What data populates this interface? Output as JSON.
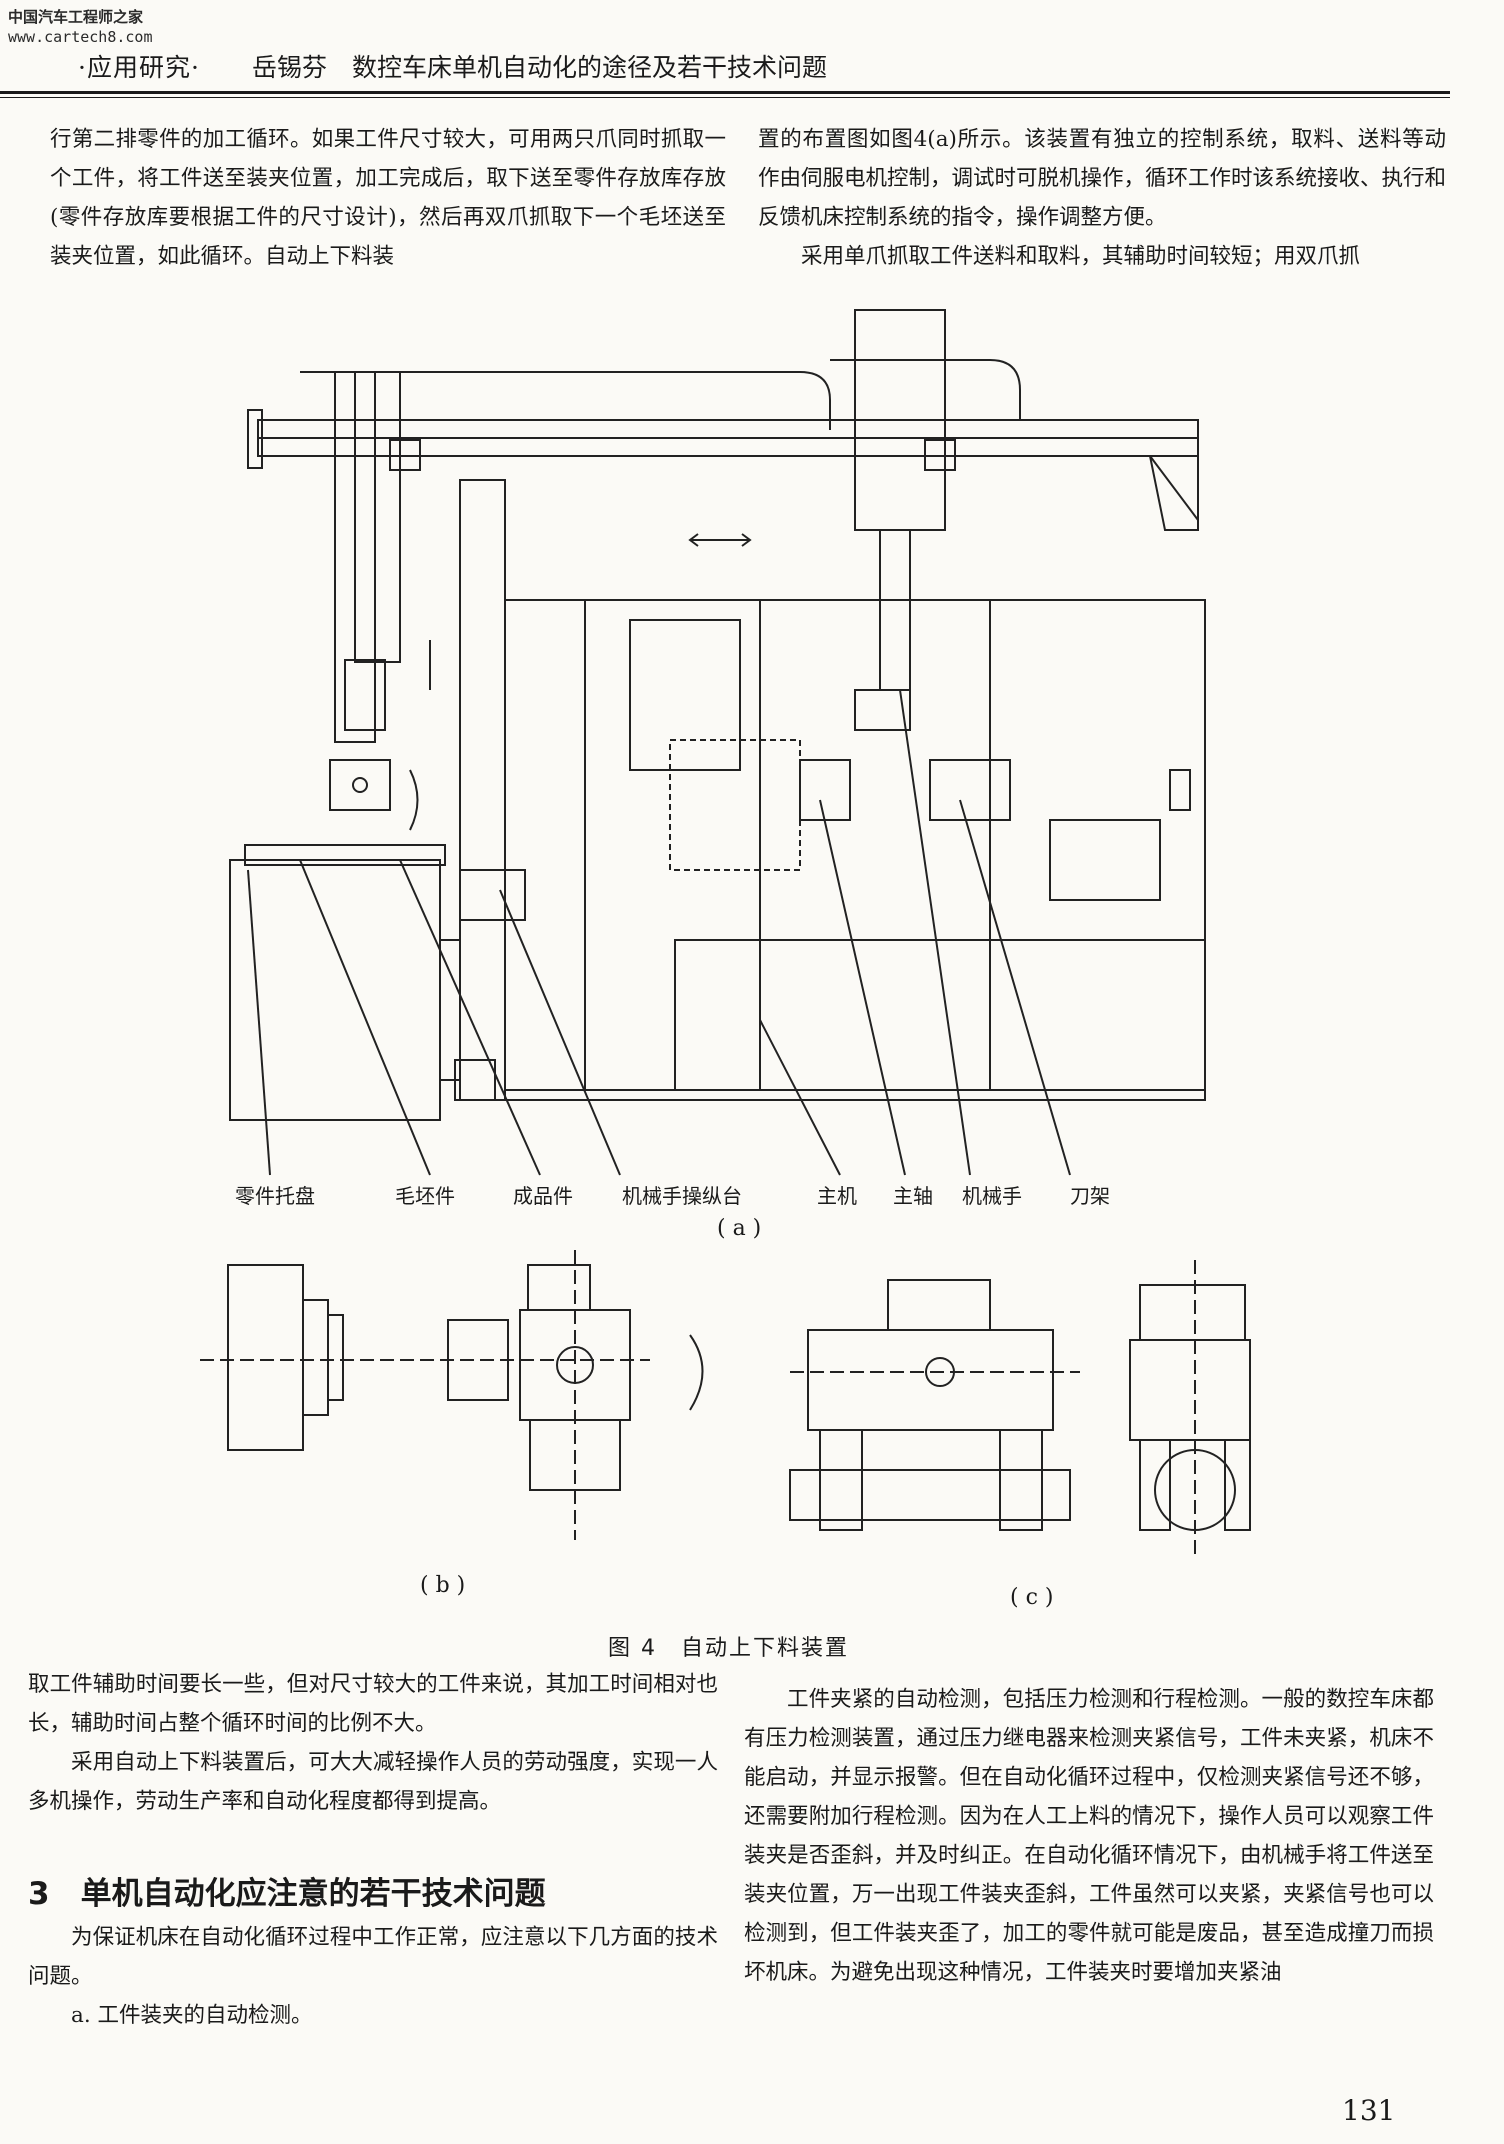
{
  "header": {
    "watermark_logo": "中国汽车工程师之家",
    "watermark_url": "www.cartech8.com",
    "section": "·应用研究·",
    "author": "岳锡芬",
    "title": "数控车床单机自动化的途径及若干技术问题"
  },
  "text": {
    "top_left": "行第二排零件的加工循环。如果工件尺寸较大，可用两只爪同时抓取一个工件，将工件送至装夹位置，加工完成后，取下送至零件存放库存放(零件存放库要根据工件的尺寸设计)，然后再双爪抓取下一个毛坯送至装夹位置，如此循环。自动上下料装",
    "top_right_p1": "置的布置图如图4(a)所示。该装置有独立的控制系统，取料、送料等动作由伺服电机控制，调试时可脱机操作，循环工作时该系统接收、执行和反馈机床控制系统的指令，操作调整方便。",
    "top_right_p2": "采用单爪抓取工件送料和取料，其辅助时间较短；用双爪抓",
    "bottom_left_p1": "取工件辅助时间要长一些，但对尺寸较大的工件来说，其加工时间相对也长，辅助时间占整个循环时间的比例不大。",
    "bottom_left_p2": "采用自动上下料装置后，可大大减轻操作人员的劳动强度，实现一人多机操作，劳动生产率和自动化程度都得到提高。",
    "section_heading": "3　单机自动化应注意的若干技术问题",
    "bottom_left_p3": "为保证机床在自动化循环过程中工作正常，应注意以下几方面的技术问题。",
    "bottom_left_p4": "a. 工件装夹的自动检测。",
    "bottom_right_p1": "工件夹紧的自动检测，包括压力检测和行程检测。一般的数控车床都有压力检测装置，通过压力继电器来检测夹紧信号，工件未夹紧，机床不能启动，并显示报警。但在自动化循环过程中，仅检测夹紧信号还不够，还需要附加行程检测。因为在人工上料的情况下，操作人员可以观察工件装夹是否歪斜，并及时纠正。在自动化循环情况下，由机械手将工件送至装夹位置，万一出现工件装夹歪斜，工件虽然可以夹紧，夹紧信号也可以检测到，但工件装夹歪了，加工的零件就可能是废品，甚至造成撞刀而损坏机床。为避免出现这种情况，工件装夹时要增加夹紧油"
  },
  "figure": {
    "caption": "图 4　自动上下料装置",
    "sub_a": "( a )",
    "sub_b": "( b )",
    "sub_c": "( c )",
    "callouts": [
      "零件托盘",
      "毛坯件",
      "成品件",
      "机械手操纵台",
      "主机",
      "主轴",
      "机械手",
      "刀架"
    ]
  },
  "page_number": "131"
}
